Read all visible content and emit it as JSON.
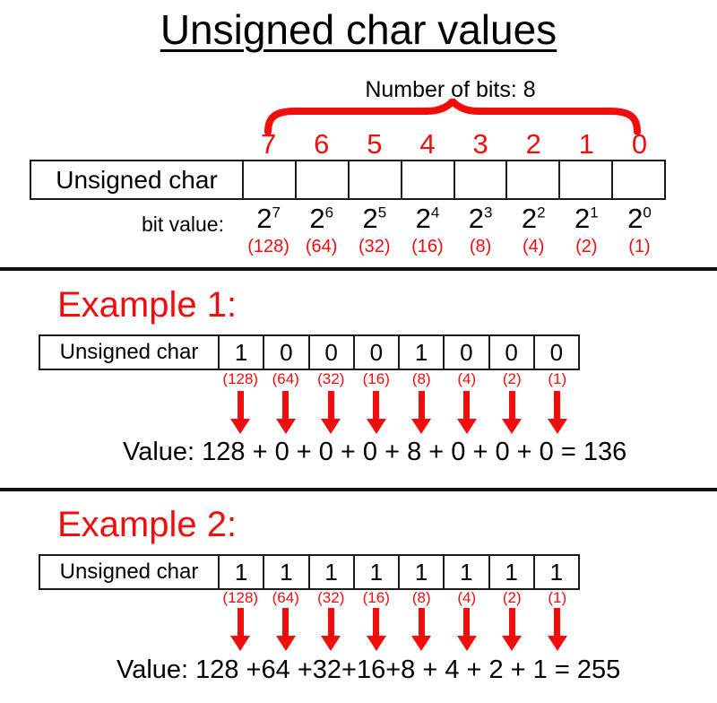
{
  "title": "Unsigned char values",
  "colors": {
    "accent_red": "#f20d0d",
    "text": "#000000",
    "background": "#ffffff"
  },
  "overview": {
    "bits_label": "Number of bits: 8",
    "bit_indices": [
      "7",
      "6",
      "5",
      "4",
      "3",
      "2",
      "1",
      "0"
    ],
    "row_label": "Unsigned char",
    "bit_value_label": "bit value:",
    "powers": [
      {
        "b": "2",
        "e": "7"
      },
      {
        "b": "2",
        "e": "6"
      },
      {
        "b": "2",
        "e": "5"
      },
      {
        "b": "2",
        "e": "4"
      },
      {
        "b": "2",
        "e": "3"
      },
      {
        "b": "2",
        "e": "2"
      },
      {
        "b": "2",
        "e": "1"
      },
      {
        "b": "2",
        "e": "0"
      }
    ],
    "values": [
      "(128)",
      "(64)",
      "(32)",
      "(16)",
      "(8)",
      "(4)",
      "(2)",
      "(1)"
    ]
  },
  "example1": {
    "heading": "Example 1:",
    "row_label": "Unsigned char",
    "bits": [
      "1",
      "0",
      "0",
      "0",
      "1",
      "0",
      "0",
      "0"
    ],
    "values": [
      "(128)",
      "(64)",
      "(32)",
      "(16)",
      "(8)",
      "(4)",
      "(2)",
      "(1)"
    ],
    "value_line": "Value: 128 + 0 + 0 + 0 + 8 + 0 + 0 + 0 = 136"
  },
  "example2": {
    "heading": "Example 2:",
    "row_label": "Unsigned char",
    "bits": [
      "1",
      "1",
      "1",
      "1",
      "1",
      "1",
      "1",
      "1"
    ],
    "values": [
      "(128)",
      "(64)",
      "(32)",
      "(16)",
      "(8)",
      "(4)",
      "(2)",
      "(1)"
    ],
    "value_line": "Value: 128 +64 +32+16+8 + 4 + 2 + 1 = 255"
  }
}
